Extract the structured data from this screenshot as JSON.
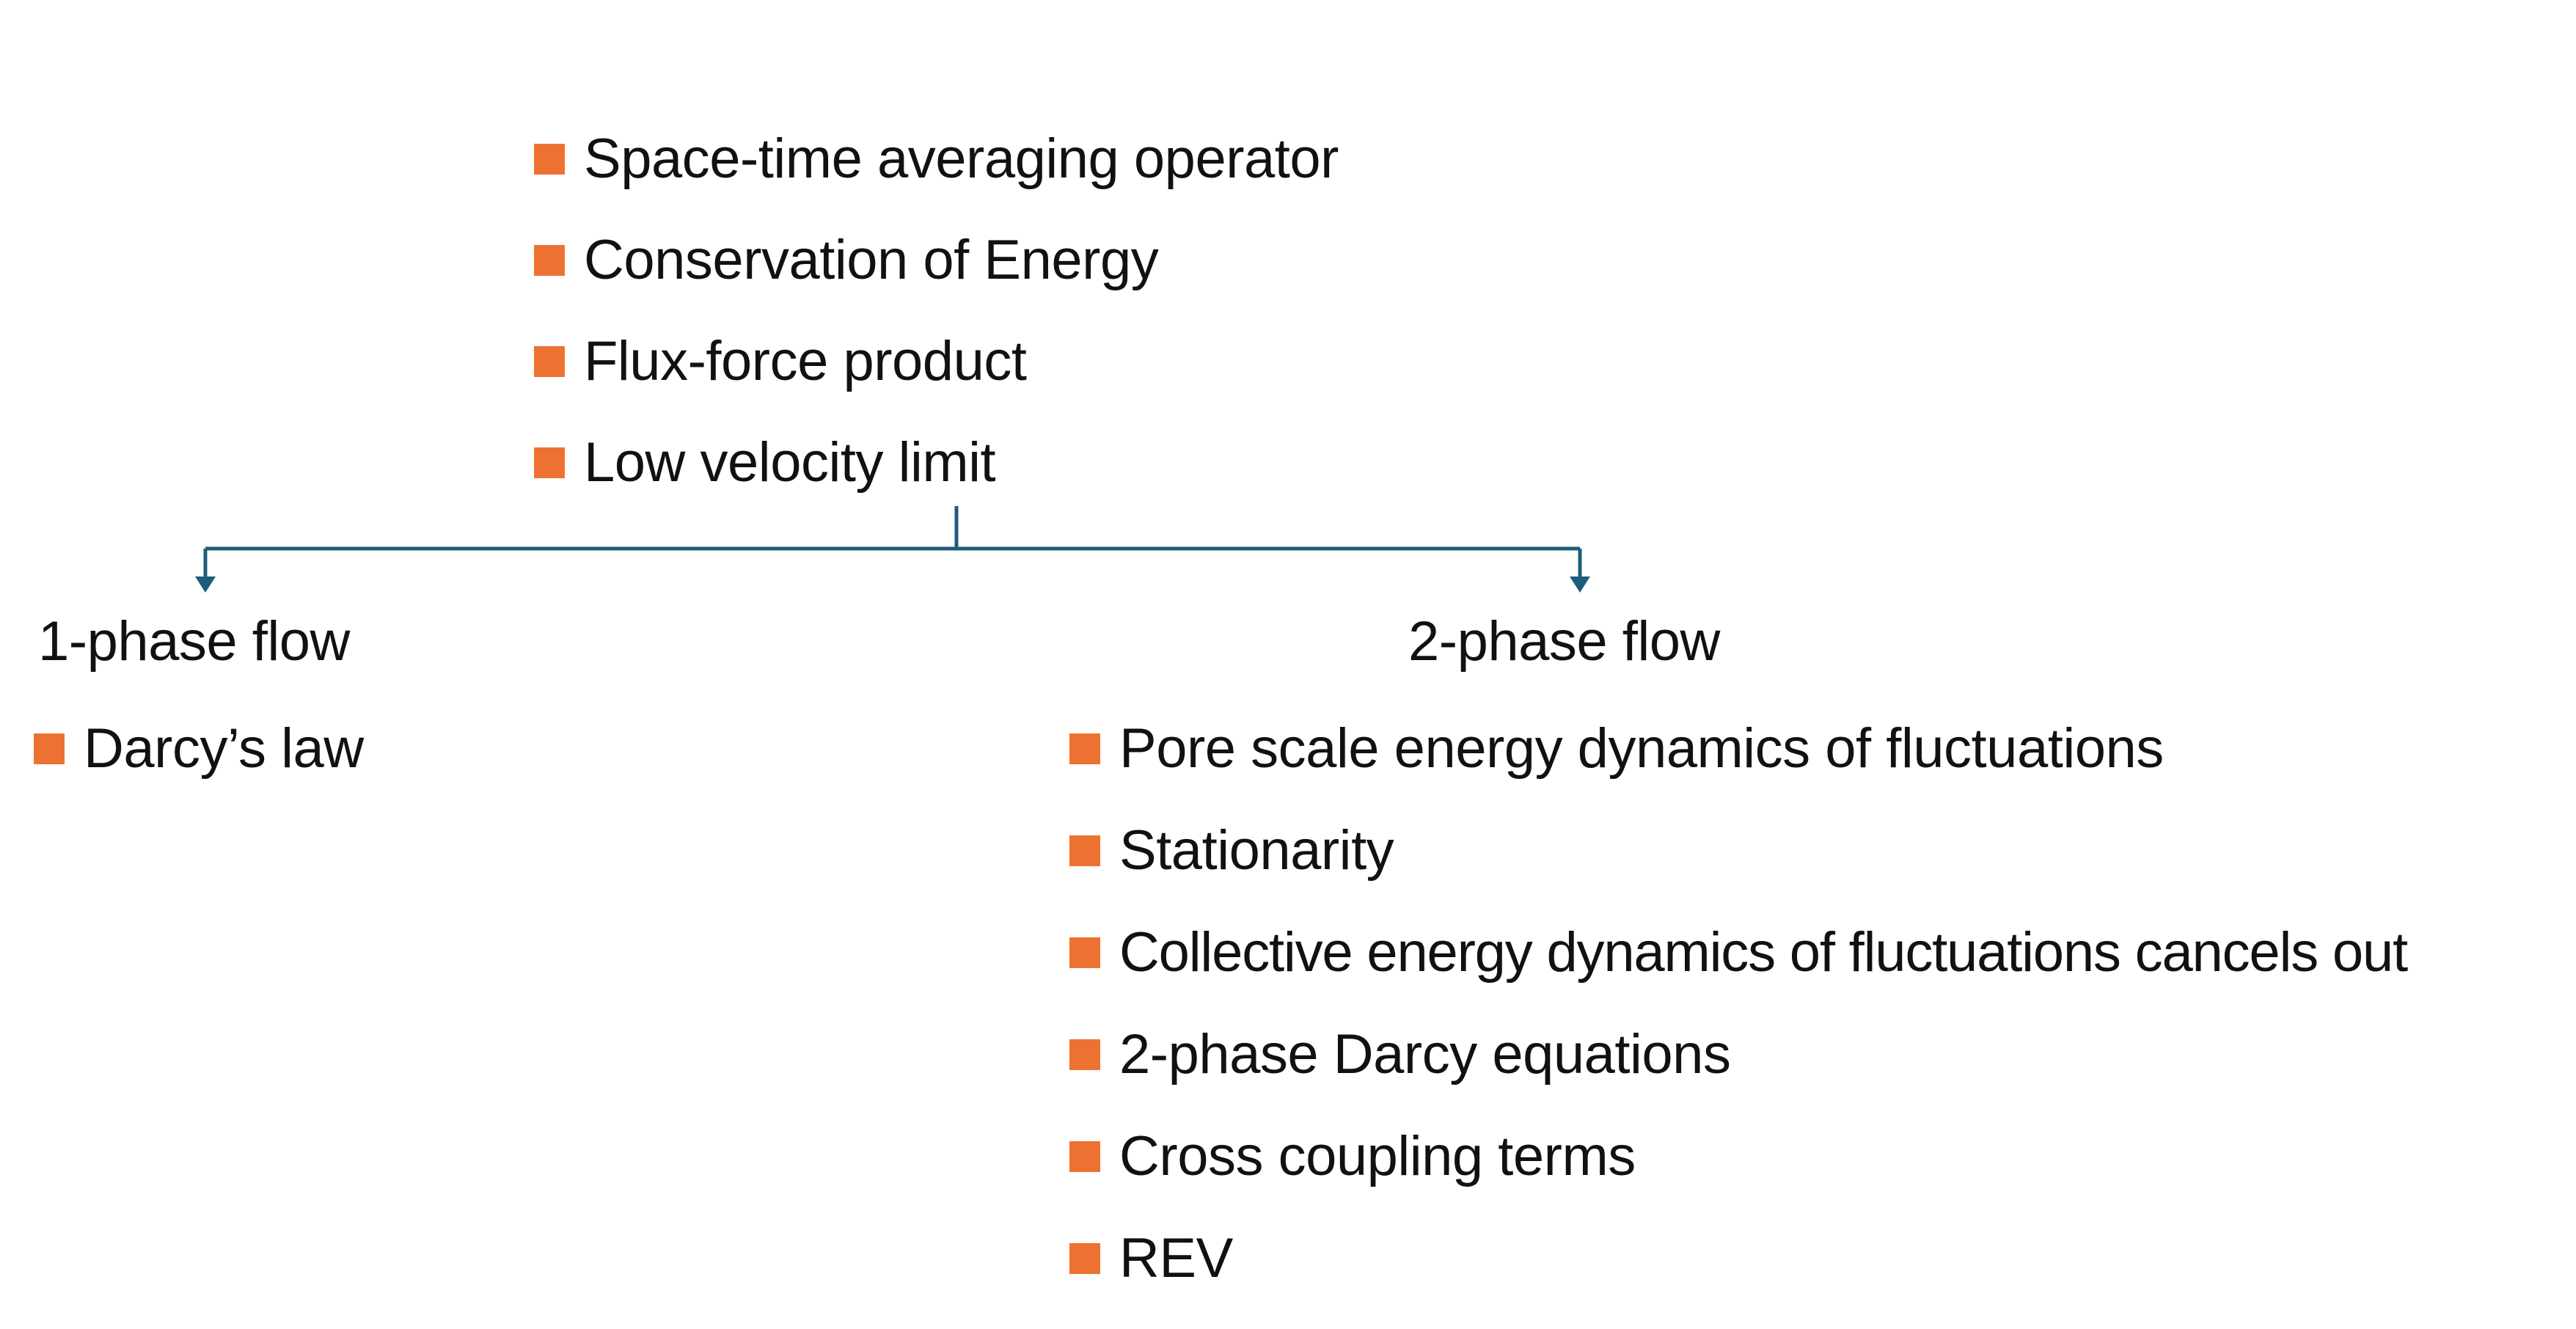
{
  "top_list": {
    "items": [
      {
        "label": "Space-time averaging operator"
      },
      {
        "label": "Conservation of Energy"
      },
      {
        "label": "Flux-force product"
      },
      {
        "label": "Low velocity limit"
      }
    ]
  },
  "left_branch": {
    "heading": "1-phase flow",
    "items": [
      {
        "label": "Darcy’s law"
      }
    ]
  },
  "right_branch": {
    "heading": "2-phase flow",
    "items": [
      {
        "label": "Pore scale energy dynamics of fluctuations"
      },
      {
        "label": "Stationarity"
      },
      {
        "label": "Collective energy dynamics of fluctuations cancels out"
      },
      {
        "label": "2-phase Darcy equations"
      },
      {
        "label": "Cross coupling terms"
      },
      {
        "label": "REV"
      }
    ]
  },
  "colors": {
    "bullet": "#ED7232",
    "connector": "#1F5C7A",
    "text": "#111111"
  }
}
